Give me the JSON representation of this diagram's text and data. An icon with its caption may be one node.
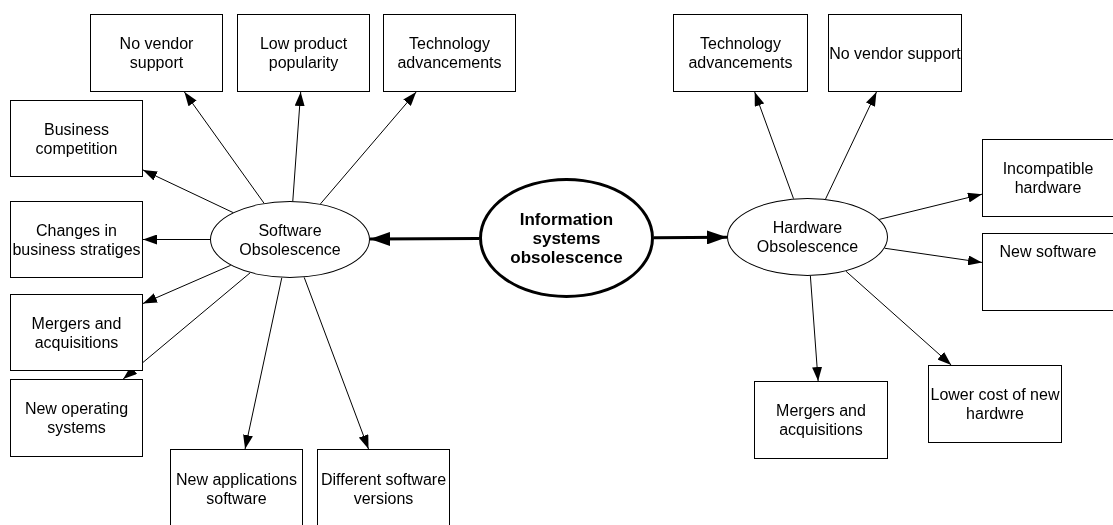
{
  "diagram": {
    "nodes": [
      {
        "text": [
          "Information systems obsolescence"
        ]
      },
      {
        "text": [
          "Software Obsolescence"
        ]
      },
      {
        "text": [
          "Hardware Obsolescence"
        ]
      },
      {
        "text": [
          "No vendor support"
        ]
      },
      {
        "text": [
          "Low product popularity"
        ]
      },
      {
        "text": [
          "Technology advancements"
        ]
      },
      {
        "text": [
          "Business competition"
        ]
      },
      {
        "text": [
          "Changes in business stratiges"
        ]
      },
      {
        "text": [
          "Mergers and acquisitions"
        ]
      },
      {
        "text": [
          "New operating systems"
        ]
      },
      {
        "text": [
          "New applications software"
        ]
      },
      {
        "text": [
          "Different software versions"
        ]
      },
      {
        "text": [
          "Technology advancements"
        ]
      },
      {
        "text": [
          "No vendor support"
        ]
      },
      {
        "text": [
          "Incompatible hardware"
        ]
      },
      {
        "text": [
          "New software"
        ]
      },
      {
        "text": [
          "Mergers and acquisitions"
        ]
      },
      {
        "text": [
          "Lower cost of new hardwre"
        ]
      }
    ],
    "edges": [
      {
        "from": 0,
        "to": 1,
        "arrow": "to",
        "style": "thick"
      },
      {
        "from": 0,
        "to": 2,
        "arrow": "to",
        "style": "thick"
      },
      {
        "from": 1,
        "to": 3,
        "arrow": "to"
      },
      {
        "from": 1,
        "to": 4,
        "arrow": "to"
      },
      {
        "from": 1,
        "to": 5,
        "arrow": "to"
      },
      {
        "from": 1,
        "to": 6,
        "arrow": "to"
      },
      {
        "from": 1,
        "to": 7,
        "arrow": "to"
      },
      {
        "from": 1,
        "to": 8,
        "arrow": "to"
      },
      {
        "from": 1,
        "to": 9,
        "arrow": "to"
      },
      {
        "from": 1,
        "to": 10,
        "arrow": "to"
      },
      {
        "from": 1,
        "to": 11,
        "arrow": "to"
      },
      {
        "from": 2,
        "to": 12,
        "arrow": "to"
      },
      {
        "from": 2,
        "to": 13,
        "arrow": "to"
      },
      {
        "from": 2,
        "to": 14,
        "arrow": "to"
      },
      {
        "from": 2,
        "to": 15,
        "arrow": "to"
      },
      {
        "from": 2,
        "to": 16,
        "arrow": "to"
      },
      {
        "from": 2,
        "to": 17,
        "arrow": "to"
      }
    ]
  }
}
